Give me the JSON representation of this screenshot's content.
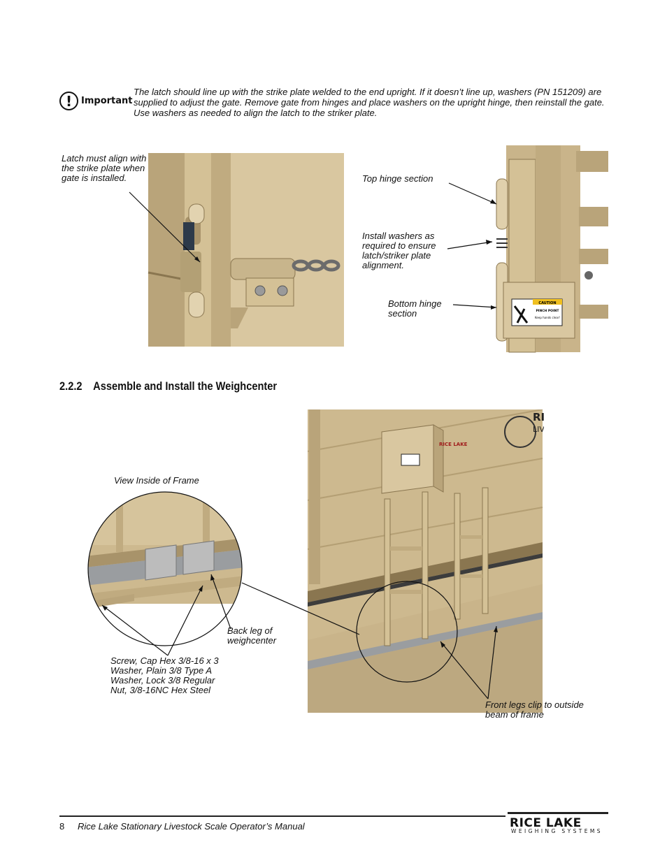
{
  "important": {
    "label": "Important",
    "text": "The latch should line up with the strike plate welded to the end upright. If it doesn’t line up, washers (PN 151209) are supplied to adjust the gate. Remove gate from hinges and place washers on the upright hinge, then reinstall the gate. Use washers as needed to align the latch to the striker plate."
  },
  "figure_latch": {
    "caption": "Latch must align with the strike plate when gate is installed."
  },
  "figure_hinge": {
    "top_hinge": "Top hinge section",
    "washers": "Install washers as required to ensure latch/striker plate alignment.",
    "bottom_hinge": "Bottom hinge section",
    "decal_caution": "CAUTION",
    "decal_pinch": "PINCH POINT",
    "decal_keep": "Keep hands clear!"
  },
  "section": {
    "number": "2.2.2",
    "title": "Assemble and Install the Weighcenter"
  },
  "figure_weighcenter": {
    "view_inside": "View Inside of Frame",
    "back_leg": "Back leg of weighcenter",
    "hardware": [
      "Screw, Cap Hex 3/8-16 x 3",
      "Washer, Plain 3/8 Type A",
      "Washer, Lock 3/8 Regular",
      "Nut, 3/8-16NC Hex Steel"
    ],
    "front_legs": "Front legs clip to outside beam of frame",
    "box_logo": "RICE LAKE",
    "wall_logo": "RICE",
    "wall_logo_sub": "LIVE"
  },
  "footer": {
    "page": "8",
    "title": "Rice Lake Stationary Livestock Scale Operator’s Manual",
    "logo": "RICE LAKE",
    "logo_sub": "WEIGHING SYSTEMS"
  },
  "colors": {
    "tan": "#c9b48a",
    "tan_dark": "#a8936a",
    "tan_light": "#ddc9a0"
  }
}
